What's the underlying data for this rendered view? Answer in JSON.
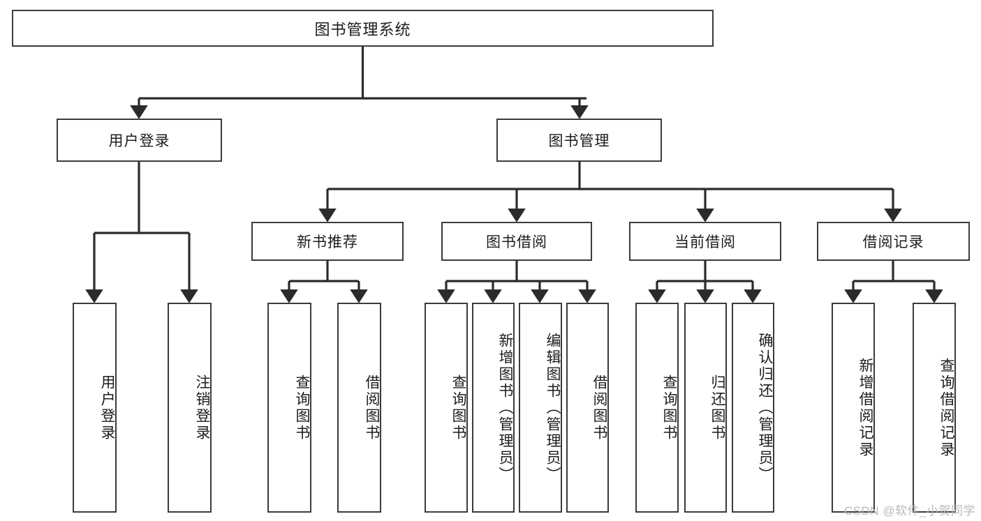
{
  "diagram": {
    "type": "tree-hierarchy-chart",
    "title": "图书管理系统",
    "watermark": "CSDN @软件_小贺同学",
    "colors": {
      "box_border": "#3b3b3b",
      "box_fill": "#ffffff",
      "connector": "#2b2b2b",
      "text": "#1c1c1c",
      "watermark": "#b9b9b9",
      "background": "#ffffff"
    },
    "nodes": {
      "root": {
        "label": "图书管理系统"
      },
      "level2": [
        {
          "label": "用户登录"
        },
        {
          "label": "图书管理"
        }
      ],
      "level3": [
        {
          "label": "新书推荐"
        },
        {
          "label": "图书借阅"
        },
        {
          "label": "当前借阅"
        },
        {
          "label": "借阅记录"
        }
      ],
      "leaves_user_login": [
        {
          "label": "用户登录"
        },
        {
          "label": "注销登录"
        }
      ],
      "leaves_new_book": [
        {
          "label": "查询图书"
        },
        {
          "label": "借阅图书"
        }
      ],
      "leaves_borrow": [
        {
          "label": "查询图书"
        },
        {
          "label": "新增图书（管理员）"
        },
        {
          "label": "编辑图书（管理员）"
        },
        {
          "label": "借阅图书"
        }
      ],
      "leaves_current": [
        {
          "label": "查询图书"
        },
        {
          "label": "归还图书"
        },
        {
          "label": "确认归还（管理员）"
        }
      ],
      "leaves_records": [
        {
          "label": "新增借阅记录"
        },
        {
          "label": "查询借阅记录"
        }
      ]
    }
  }
}
